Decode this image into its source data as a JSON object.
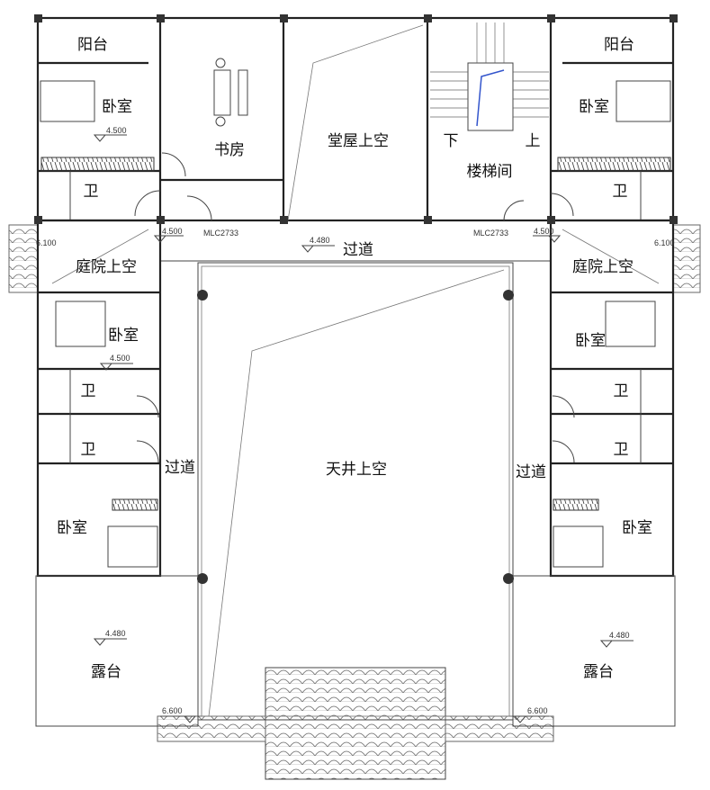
{
  "plan": {
    "rooms": {
      "balcony_left": "阳台",
      "balcony_right": "阳台",
      "bedroom_tl": "卧室",
      "bedroom_tr": "卧室",
      "study": "书房",
      "hall_void": "堂屋上空",
      "stairwell": "楼梯间",
      "stair_down": "下",
      "stair_up": "上",
      "bath_tl": "卫",
      "bath_tr": "卫",
      "garden_void_left": "庭院上空",
      "garden_void_right": "庭院上空",
      "bedroom_ml": "卧室",
      "bedroom_mr": "卧室",
      "bath_ml1": "卫",
      "bath_ml2": "卫",
      "bath_mr1": "卫",
      "bath_mr2": "卫",
      "bedroom_bl": "卧室",
      "bedroom_br": "卧室",
      "corridor_top": "过道",
      "corridor_left": "过道",
      "corridor_right": "过道",
      "courtyard_void": "天井上空",
      "terrace_left": "露台",
      "terrace_right": "露台"
    },
    "elevations": {
      "bed_tl": "4.500",
      "door_l": "4.500",
      "bed_ml": "4.500",
      "door_r": "4.500",
      "corridor": "4.480",
      "roof_l": "6.100",
      "roof_r": "6.100",
      "terrace_l": "4.480",
      "terrace_r": "4.480",
      "eave_l": "6.600",
      "eave_r": "6.600"
    },
    "window_codes": {
      "left": "MLC2733",
      "right": "MLC2733"
    }
  }
}
